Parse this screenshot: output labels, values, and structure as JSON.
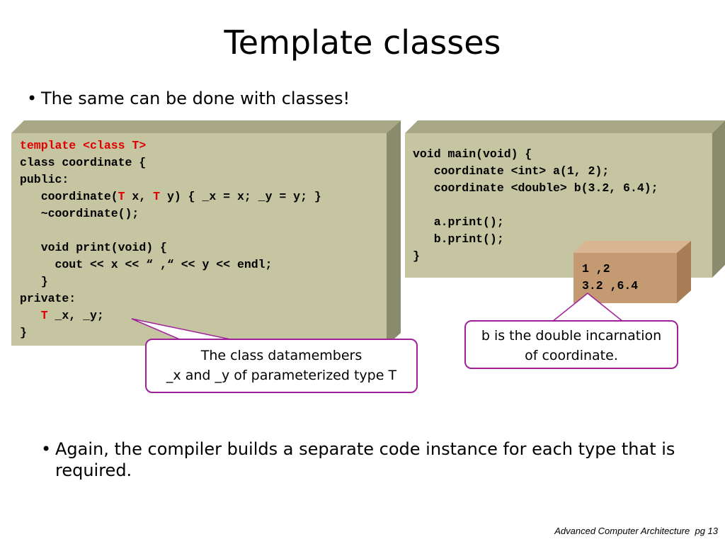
{
  "title": "Template classes",
  "bullets": [
    {
      "marker": "•",
      "text": "The same can be done with classes!"
    },
    {
      "marker": "•",
      "text": "Again, the compiler builds a separate code instance for each type that is required."
    }
  ],
  "code_left": {
    "l1": "template <class T>",
    "l2": "class coordinate {",
    "l3": "public:",
    "l4a": "   coordinate(",
    "l4b": "T",
    "l4c": " x, ",
    "l4d": "T",
    "l4e": " y) { _x = x; _y = y; }",
    "l5": "   ~coordinate();",
    "l6": "",
    "l7": "   void print(void) {",
    "l8": "     cout << x << “ ,“ << y << endl;",
    "l9": "   }",
    "l10": "private:",
    "l11a": "   ",
    "l11b": "T",
    "l11c": " _x, _y;",
    "l12": "}"
  },
  "code_right": {
    "l1": "void main(void) {",
    "l2": "   coordinate <int> a(1, 2);",
    "l3": "   coordinate <double> b(3.2, 6.4);",
    "l4": "",
    "l5": "   a.print();",
    "l6": "   b.print();",
    "l7": "}"
  },
  "output": {
    "line1": "1 ,2",
    "line2": "3.2 ,6.4"
  },
  "callouts": {
    "datamembers_line1": "The class datamembers",
    "datamembers_line2": "_x and _y of parameterized type T",
    "double_line1": "b is the double incarnation",
    "double_line2": "of coordinate."
  },
  "footer": "Advanced Computer Architecture  pg 13",
  "colors": {
    "code_box": "#c5c5a2",
    "output_box": "#c49a73",
    "keyword_red": "#e00000",
    "callout_border": "#a0209a"
  }
}
